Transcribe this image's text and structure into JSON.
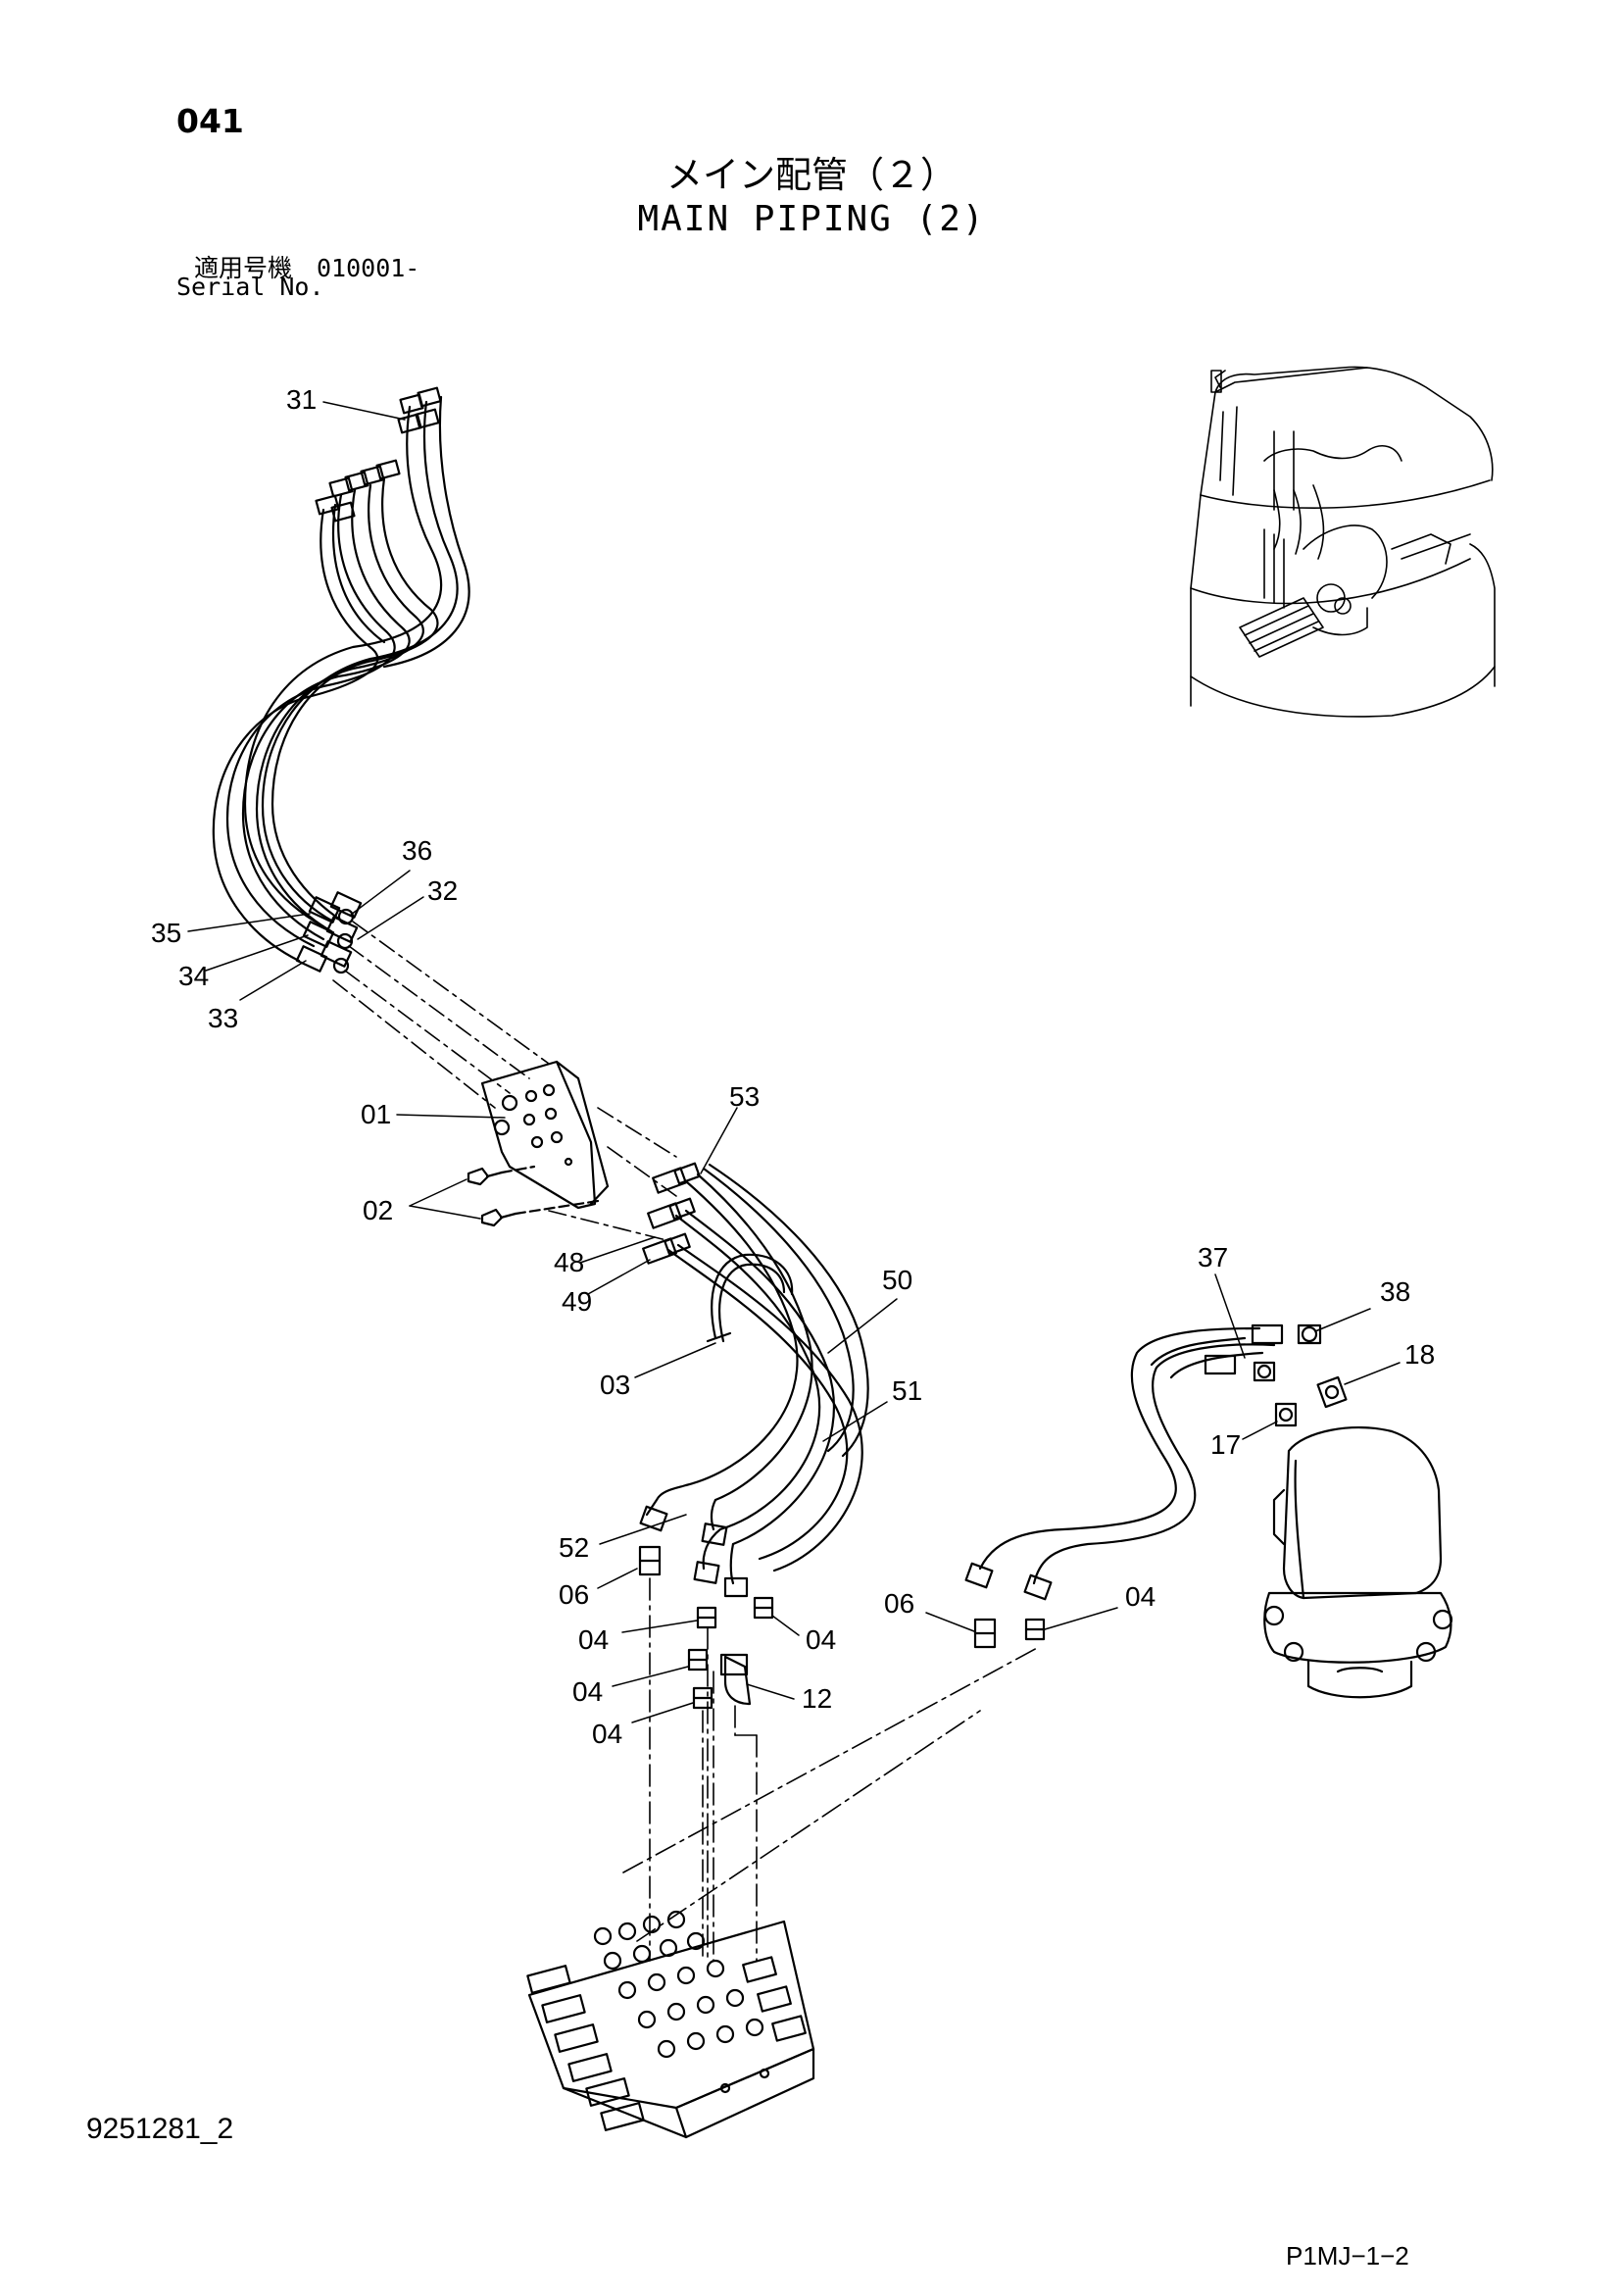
{
  "header": {
    "page_number": "041",
    "title_jp": "メイン配管（２）",
    "title_en": "MAIN PIPING (2)",
    "serial_label_jp": "適用号機　010001-",
    "serial_label_en": "Serial No."
  },
  "footer": {
    "drawing_number": "9251281_2",
    "sheet_code": "P1MJ−1−2"
  },
  "callouts": [
    {
      "id": "c31",
      "label": "31"
    },
    {
      "id": "c36",
      "label": "36"
    },
    {
      "id": "c32",
      "label": "32"
    },
    {
      "id": "c35",
      "label": "35"
    },
    {
      "id": "c34",
      "label": "34"
    },
    {
      "id": "c33",
      "label": "33"
    },
    {
      "id": "c01",
      "label": "01"
    },
    {
      "id": "c53",
      "label": "53"
    },
    {
      "id": "c02",
      "label": "02"
    },
    {
      "id": "c48",
      "label": "48"
    },
    {
      "id": "c49",
      "label": "49"
    },
    {
      "id": "c50",
      "label": "50"
    },
    {
      "id": "c03",
      "label": "03"
    },
    {
      "id": "c51",
      "label": "51"
    },
    {
      "id": "c37",
      "label": "37"
    },
    {
      "id": "c38",
      "label": "38"
    },
    {
      "id": "c18",
      "label": "18"
    },
    {
      "id": "c17",
      "label": "17"
    },
    {
      "id": "c52",
      "label": "52"
    },
    {
      "id": "c06a",
      "label": "06"
    },
    {
      "id": "c04a",
      "label": "04"
    },
    {
      "id": "c04b",
      "label": "04"
    },
    {
      "id": "c04c",
      "label": "04"
    },
    {
      "id": "c04d",
      "label": "04"
    },
    {
      "id": "c12",
      "label": "12"
    },
    {
      "id": "c06b",
      "label": "06"
    },
    {
      "id": "c04e",
      "label": "04"
    }
  ]
}
